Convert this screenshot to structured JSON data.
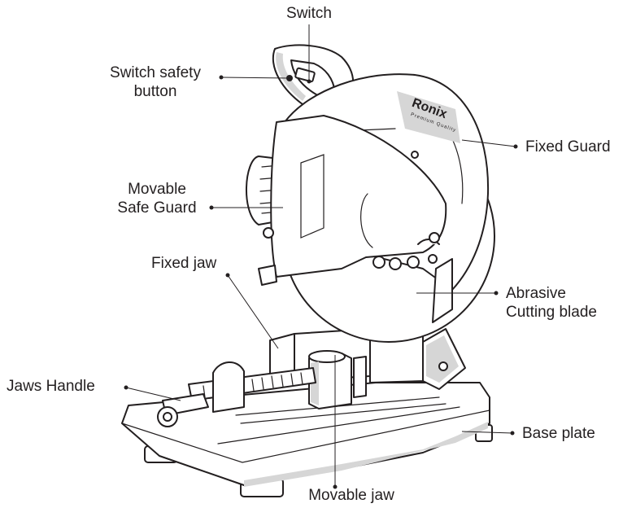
{
  "labels": {
    "switch": "Switch",
    "switch_safety_line1": "Switch safety",
    "switch_safety_line2": "button",
    "fixed_guard": "Fixed Guard",
    "movable_guard_line1": "Movable",
    "movable_guard_line2": "Safe Guard",
    "fixed_jaw": "Fixed jaw",
    "abrasive_line1": "Abrasive",
    "abrasive_line2": "Cutting blade",
    "jaws_handle": "Jaws Handle",
    "base_plate": "Base plate",
    "movable_jaw": "Movable jaw"
  },
  "brand": {
    "logo": "Ronix",
    "tagline": "Premium Quality"
  },
  "colors": {
    "ink": "#231f20",
    "shade": "#d6d6d6",
    "background": "#ffffff"
  }
}
